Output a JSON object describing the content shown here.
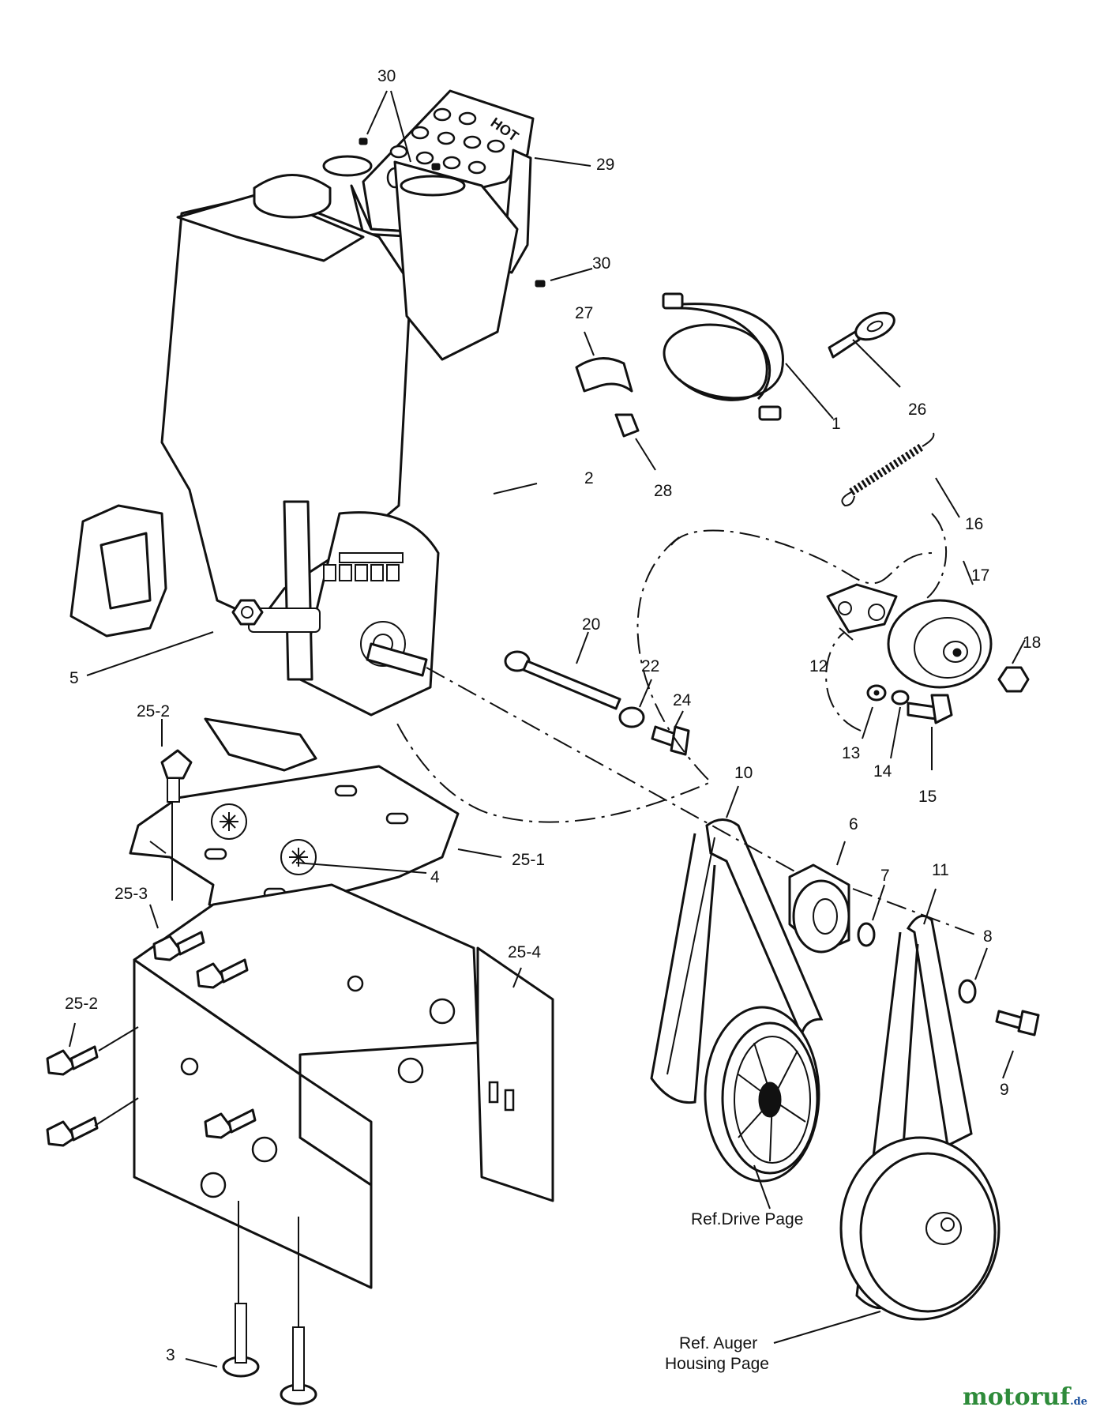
{
  "callouts": {
    "p1": "1",
    "p2": "2",
    "p3": "3",
    "p4": "4",
    "p5": "5",
    "p6": "6",
    "p7": "7",
    "p8": "8",
    "p9": "9",
    "p10": "10",
    "p11": "11",
    "p12": "12",
    "p13": "13",
    "p14": "14",
    "p15": "15",
    "p16": "16",
    "p17": "17",
    "p18": "18",
    "p20": "20",
    "p22": "22",
    "p24": "24",
    "p25_1": "25-1",
    "p25_2a": "25-2",
    "p25_2b": "25-2",
    "p25_3": "25-3",
    "p25_4": "25-4",
    "p26": "26",
    "p27": "27",
    "p28": "28",
    "p29": "29",
    "p30a": "30",
    "p30b": "30"
  },
  "references": {
    "drive": "Ref.Drive Page",
    "auger_line1": "Ref. Auger",
    "auger_line2": "Housing Page"
  },
  "shield_text": "HOT",
  "watermark": {
    "main": "motoruf",
    "tld": ".de"
  }
}
